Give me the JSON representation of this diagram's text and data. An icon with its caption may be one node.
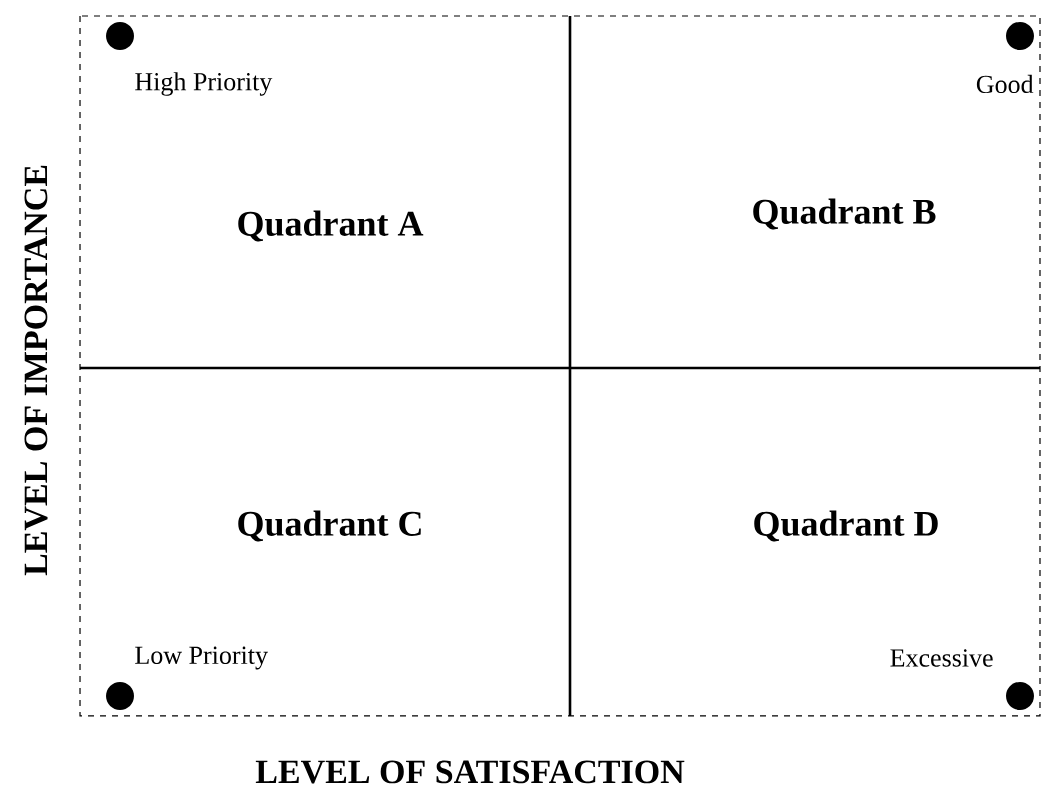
{
  "diagram": {
    "nodes": [
      {
        "text": [
          "High Priority",
          "Quadrant A"
        ]
      },
      {
        "text": [
          "Good",
          "Quadrant B"
        ]
      },
      {
        "text": [
          "Quadrant C",
          "Low Priority"
        ]
      },
      {
        "text": [
          "Quadrant D",
          "Excessive"
        ]
      }
    ],
    "labels": [
      "LEVEL OF IMPORTANCE",
      "LEVEL OF SATISFACTION"
    ]
  }
}
